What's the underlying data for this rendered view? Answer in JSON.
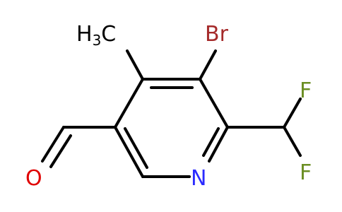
{
  "atoms": {
    "methyl_h": "H",
    "methyl_sub": "3",
    "methyl_c": "C",
    "bromine": "Br",
    "fluorine_top": "F",
    "fluorine_bottom": "F",
    "nitrogen": "N",
    "oxygen": "O"
  },
  "colors": {
    "bond": "#000000",
    "bromine": "#a52a2a",
    "fluorine": "#6b8e23",
    "nitrogen": "#2b2bff",
    "oxygen": "#e00000",
    "carbon_label": "#000000"
  }
}
